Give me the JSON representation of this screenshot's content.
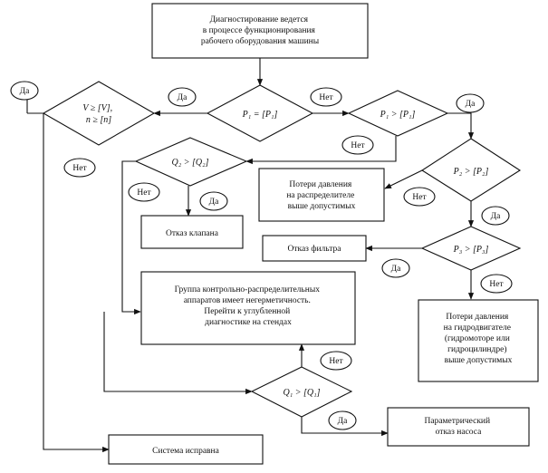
{
  "boxes": {
    "start": [
      "Диагностирование ведется",
      "в процессе функционирования",
      "рабочего оборудования машины"
    ],
    "pressure_loss_distributor": [
      "Потери давления",
      "на распределителе",
      "выше допустимых"
    ],
    "valve_failure": [
      "Отказ клапана"
    ],
    "filter_failure": [
      "Отказ фильтра"
    ],
    "leaky_group": [
      "Группа контрольно-распределительных",
      "аппаратов имеет негерметичность.",
      "Перейти к углубленной",
      "диагностике на стендах"
    ],
    "pressure_loss_motor": [
      "Потери давления",
      "на гидродвигателе",
      "(гидромоторе или",
      "гидроцилиндре)",
      "выше допустимых"
    ],
    "pump_failure": [
      "Параметрический",
      "отказ насоса"
    ],
    "system_ok": [
      "Система исправна"
    ]
  },
  "conditions": {
    "d_p1_eq": "P₁ = [P₁]",
    "d_p1_gt": "P₁ > [P₁]",
    "d_vn": [
      "V ≥ [V],",
      "n ≥ [n]"
    ],
    "d_q2": "Q₂ > [Q₂]",
    "d_p2": "P₂ > [P₂]",
    "d_p3": "P₃ > [P₃]",
    "d_q1": "Q₁ > [Q₁]"
  },
  "labels": {
    "yes": "Да",
    "no": "Нет"
  }
}
